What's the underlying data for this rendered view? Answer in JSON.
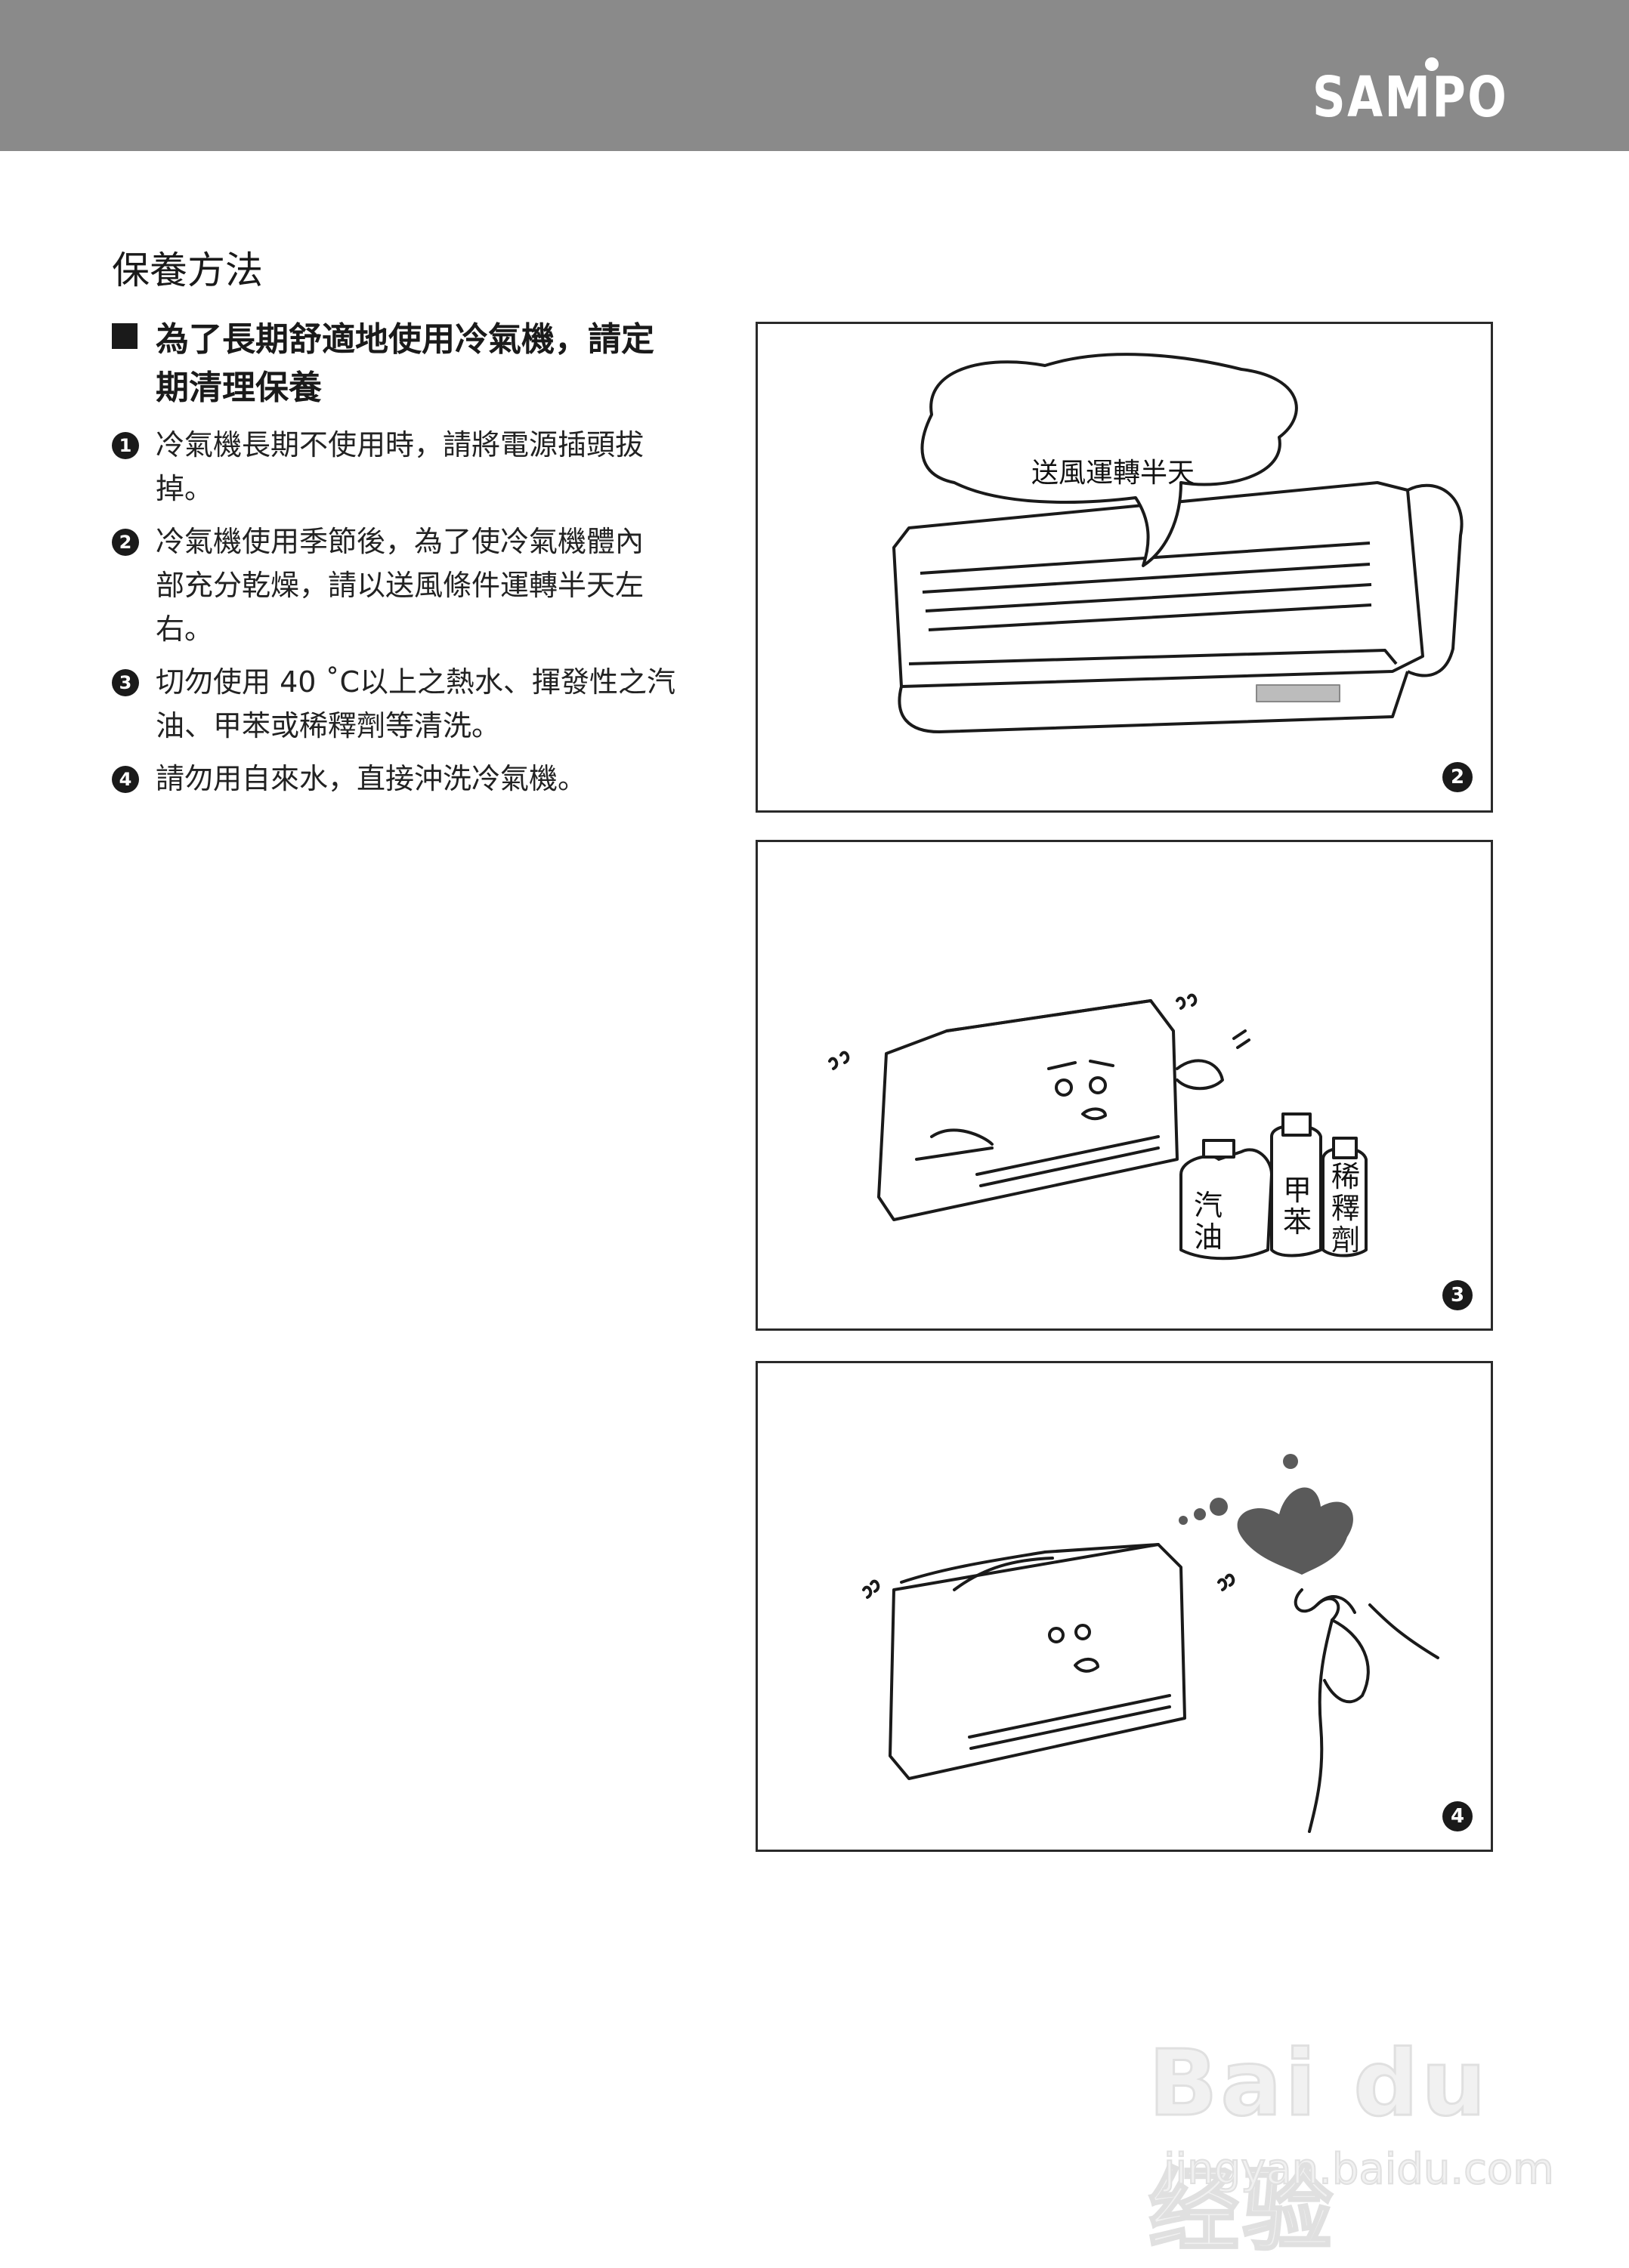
{
  "header": {
    "brand": "SAMPO",
    "bar_color": "#8a8a8a"
  },
  "section": {
    "title": "保養方法"
  },
  "lead": {
    "line1": "為了長期舒適地使用冷氣機，請定",
    "line2": "期清理保養"
  },
  "items": [
    {
      "num": "1",
      "lines": [
        "冷氣機長期不使用時，請將電源插頭拔",
        "掉。"
      ]
    },
    {
      "num": "2",
      "lines": [
        "冷氣機使用季節後，為了使冷氣機體內",
        "部充分乾燥，請以送風條件運轉半天左",
        "右。"
      ]
    },
    {
      "num": "3",
      "lines": [
        "切勿使用 40 ˚C以上之熱水、揮發性之汽",
        "油、甲苯或稀釋劑等清洗。"
      ]
    },
    {
      "num": "4",
      "lines": [
        "請勿用自來水，直接沖洗冷氣機。"
      ]
    }
  ],
  "panels": [
    {
      "num": "2",
      "bubble": "送風運轉半天"
    },
    {
      "num": "3",
      "bottles": [
        "汽油",
        "甲苯",
        "稀釋劑"
      ]
    },
    {
      "num": "4"
    }
  ],
  "watermark": {
    "main": "Bai du 经验",
    "sub": "jingyan.baidu.com"
  }
}
